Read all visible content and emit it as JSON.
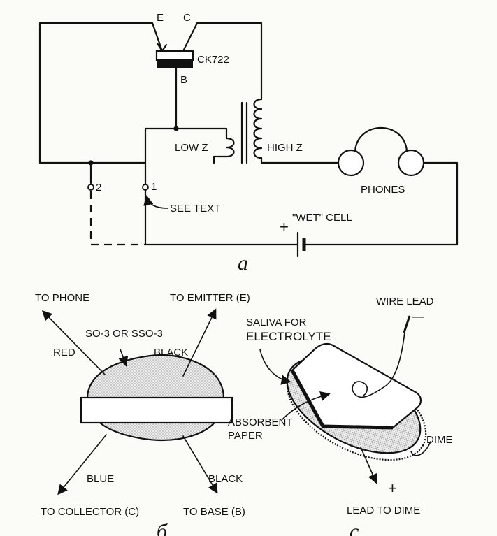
{
  "diagram_a": {
    "transistor": {
      "emitter": "E",
      "collector": "C",
      "base": "B",
      "model": "CK722"
    },
    "transformer": {
      "low_z": "LOW Z",
      "high_z": "HIGH Z"
    },
    "terminals": {
      "t1": "1",
      "t2": "2"
    },
    "see_text": "SEE TEXT",
    "phones": "PHONES",
    "cell": "\"WET\" CELL",
    "plus": "+",
    "caption": "a"
  },
  "diagram_b": {
    "to_phone": "TO PHONE",
    "to_emitter": "TO EMITTER (E)",
    "model": "SO-3 OR SSO-3",
    "red": "RED",
    "black_top": "BLACK",
    "blue": "BLUE",
    "black_bottom": "BLACK",
    "to_collector": "TO COLLECTOR (C)",
    "to_base": "TO BASE (B)",
    "caption": "б"
  },
  "diagram_c": {
    "wire_lead": "WIRE LEAD",
    "minus": "—",
    "saliva_line1": "SALIVA FOR",
    "saliva_line2": "ELECTROLYTE",
    "absorbent_line1": "ABSORBENT",
    "absorbent_line2": "PAPER",
    "dime": "DIME",
    "plus": "+",
    "lead_to_dime": "LEAD TO DIME",
    "caption": "c"
  }
}
